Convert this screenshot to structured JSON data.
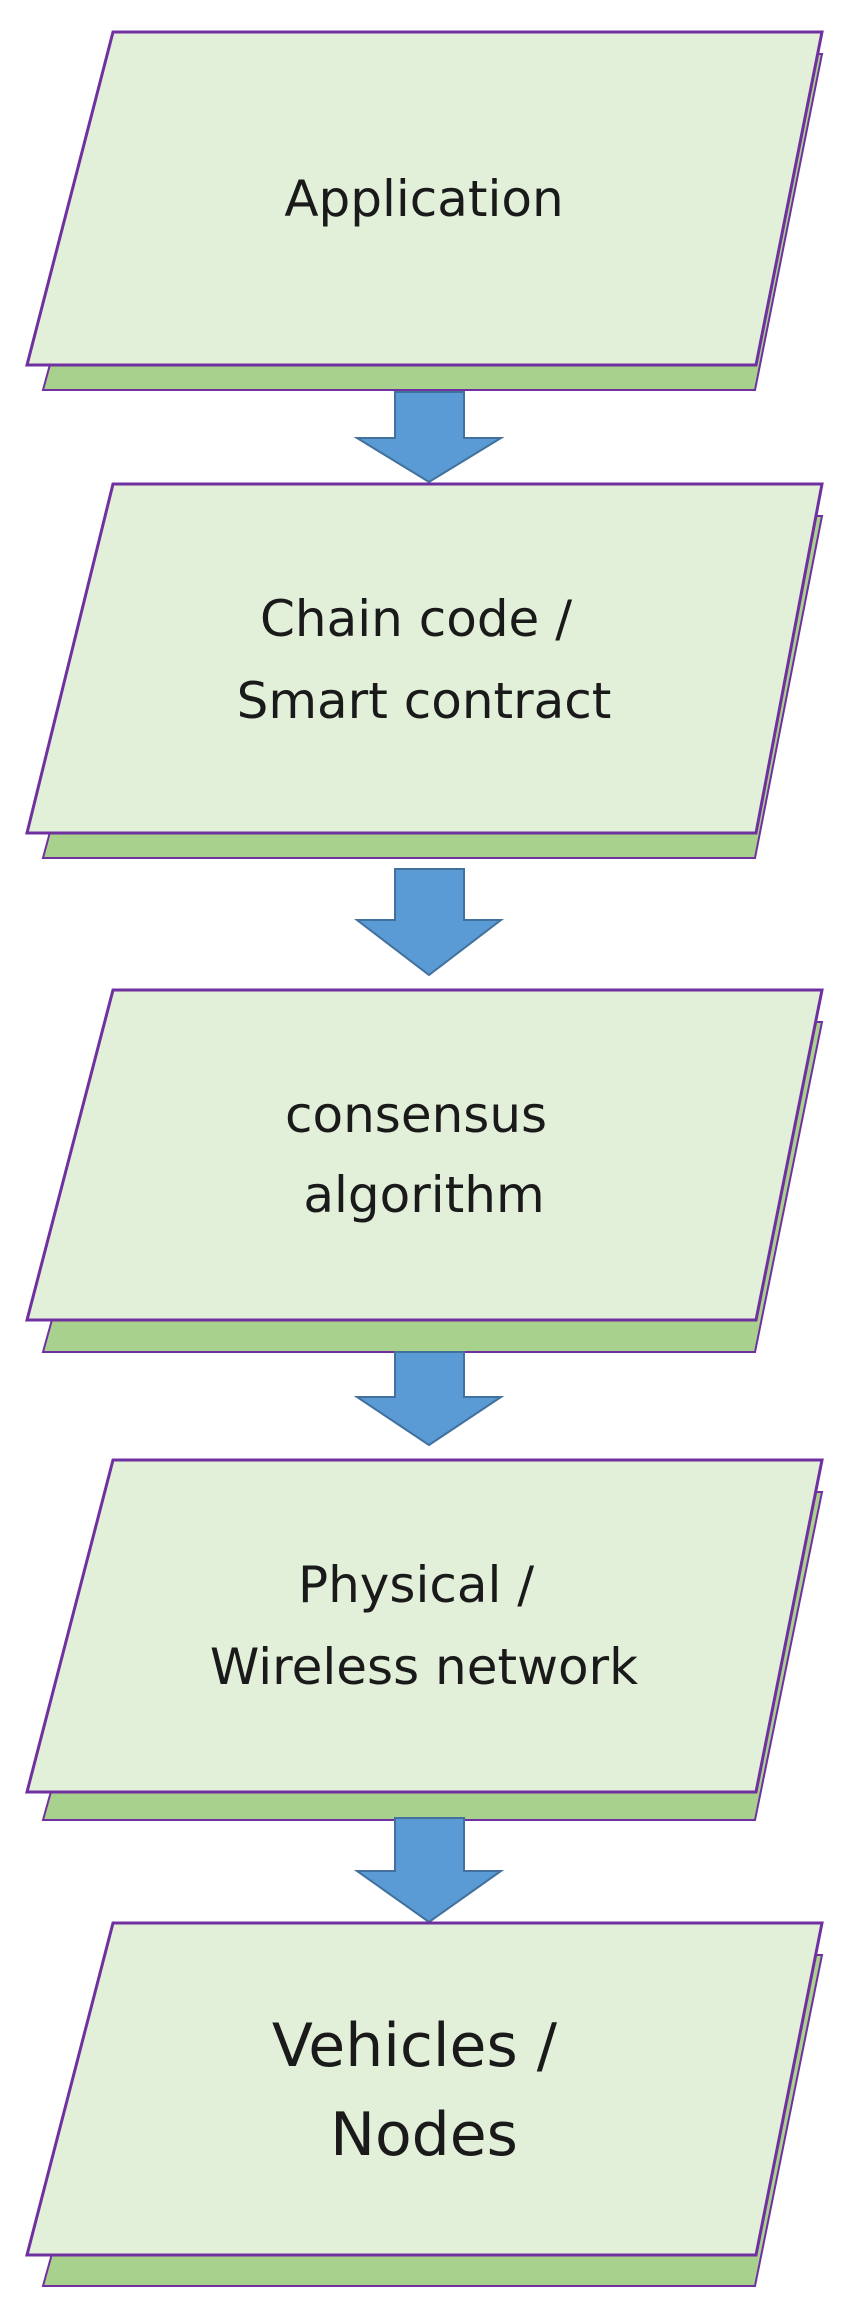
{
  "diagram": {
    "layers": [
      {
        "lines": [
          "Application"
        ]
      },
      {
        "lines": [
          "Chain code /",
          "Smart contract"
        ]
      },
      {
        "lines": [
          "consensus",
          "algorithm"
        ]
      },
      {
        "lines": [
          "Physical /",
          "Wireless network"
        ]
      },
      {
        "lines": [
          "Vehicles /",
          "Nodes"
        ]
      }
    ]
  },
  "colors": {
    "box_fill": "#e2efd9",
    "shadow_fill": "#a9d18e",
    "box_outline": "#7030a0",
    "arrow_fill": "#5b9bd5",
    "arrow_outline": "#41719c",
    "text": "#1a1a1a"
  }
}
